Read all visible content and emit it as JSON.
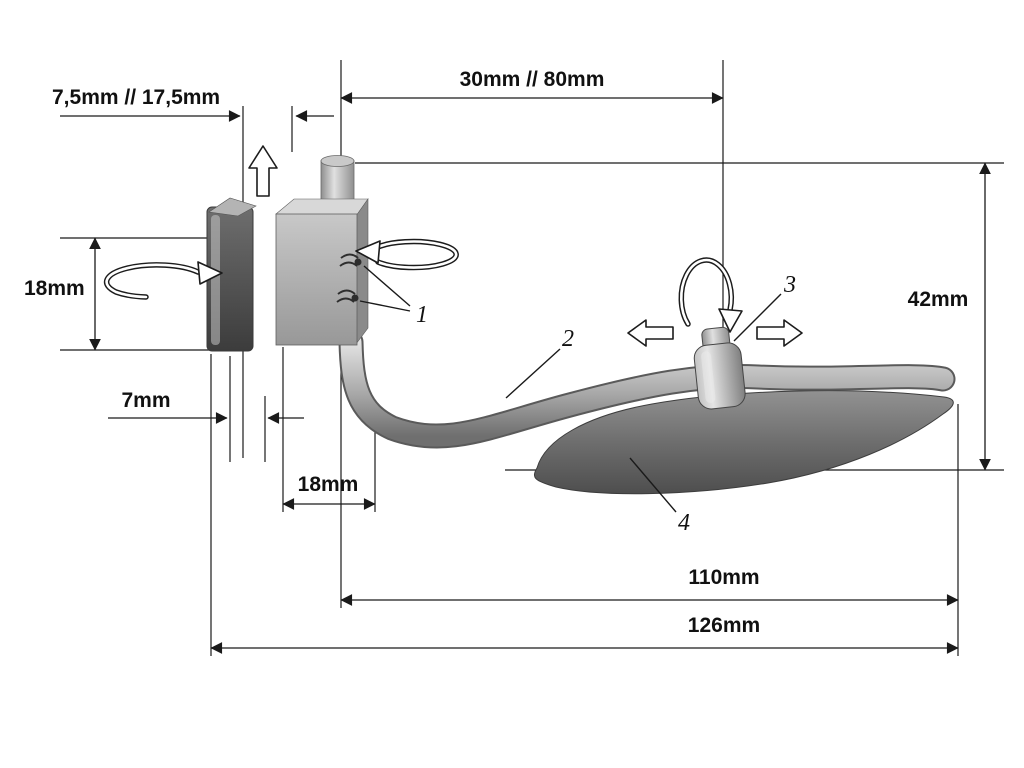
{
  "diagram": {
    "colors": {
      "background": "#ffffff",
      "line": "#1a1a1a",
      "metal_light": "#e0e0e0",
      "metal_mid": "#a8a8a8",
      "metal_dark": "#525252",
      "pad_dark": "#565656"
    },
    "dimensions": {
      "clamp_gap": {
        "label": "7,5mm // 17,5mm"
      },
      "top_span": {
        "label": "30mm // 80mm"
      },
      "clamp_height": {
        "label": "18mm"
      },
      "pad_thickness": {
        "label": "7mm"
      },
      "tube_offset": {
        "label": "18mm"
      },
      "overall_height": {
        "label": "42mm"
      },
      "tube_length": {
        "label": "110mm"
      },
      "overall_length": {
        "label": "126mm"
      }
    },
    "part_labels": {
      "p1": "1",
      "p2": "2",
      "p3": "3",
      "p4": "4"
    },
    "symbols": {
      "rotation_arrow": "curved-ribbon-rotation-arrow",
      "slide_arrow_left": "hollow-left-arrow",
      "slide_arrow_right": "hollow-right-arrow",
      "lift_arrow": "hollow-up-arrow"
    }
  }
}
